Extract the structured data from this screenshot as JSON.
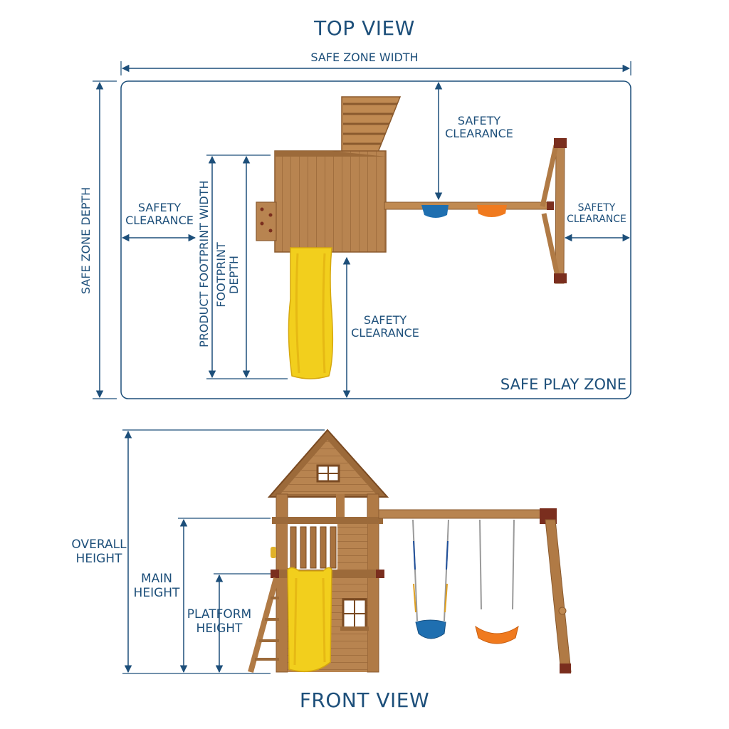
{
  "top_view": {
    "title": "TOP VIEW",
    "safe_zone_width": "SAFE ZONE WIDTH",
    "safe_zone_depth": "SAFE ZONE DEPTH",
    "product_footprint_width": "PRODUCT FOOTPRINT WIDTH",
    "footprint_depth_line1": "FOOTPRINT",
    "footprint_depth_line2": "DEPTH",
    "left_clearance_line1": "SAFETY",
    "left_clearance_line2": "CLEARANCE",
    "top_clearance_line1": "SAFETY",
    "top_clearance_line2": "CLEARANCE",
    "bottom_clearance_line1": "SAFETY",
    "bottom_clearance_line2": "CLEARANCE",
    "right_clearance_line1": "SAFETY",
    "right_clearance_line2": "CLEARANCE",
    "safe_play_zone": "SAFE PLAY ZONE"
  },
  "front_view": {
    "title": "FRONT VIEW",
    "overall_height_line1": "OVERALL",
    "overall_height_line2": "HEIGHT",
    "main_height_line1": "MAIN",
    "main_height_line2": "HEIGHT",
    "platform_height_line1": "PLATFORM",
    "platform_height_line2": "HEIGHT"
  },
  "colors": {
    "dimension_blue": "#1d4f7a",
    "wood": "#b07a45",
    "wood_dark": "#8a5a2e",
    "slide_yellow": "#f2cf1d",
    "seat_blue": "#1f6fb0",
    "seat_orange": "#f07a1e",
    "bracket": "#7a2e1e"
  },
  "icons": [
    "playset-top-icon",
    "playset-front-icon",
    "swing-seat-icon",
    "slide-icon"
  ]
}
